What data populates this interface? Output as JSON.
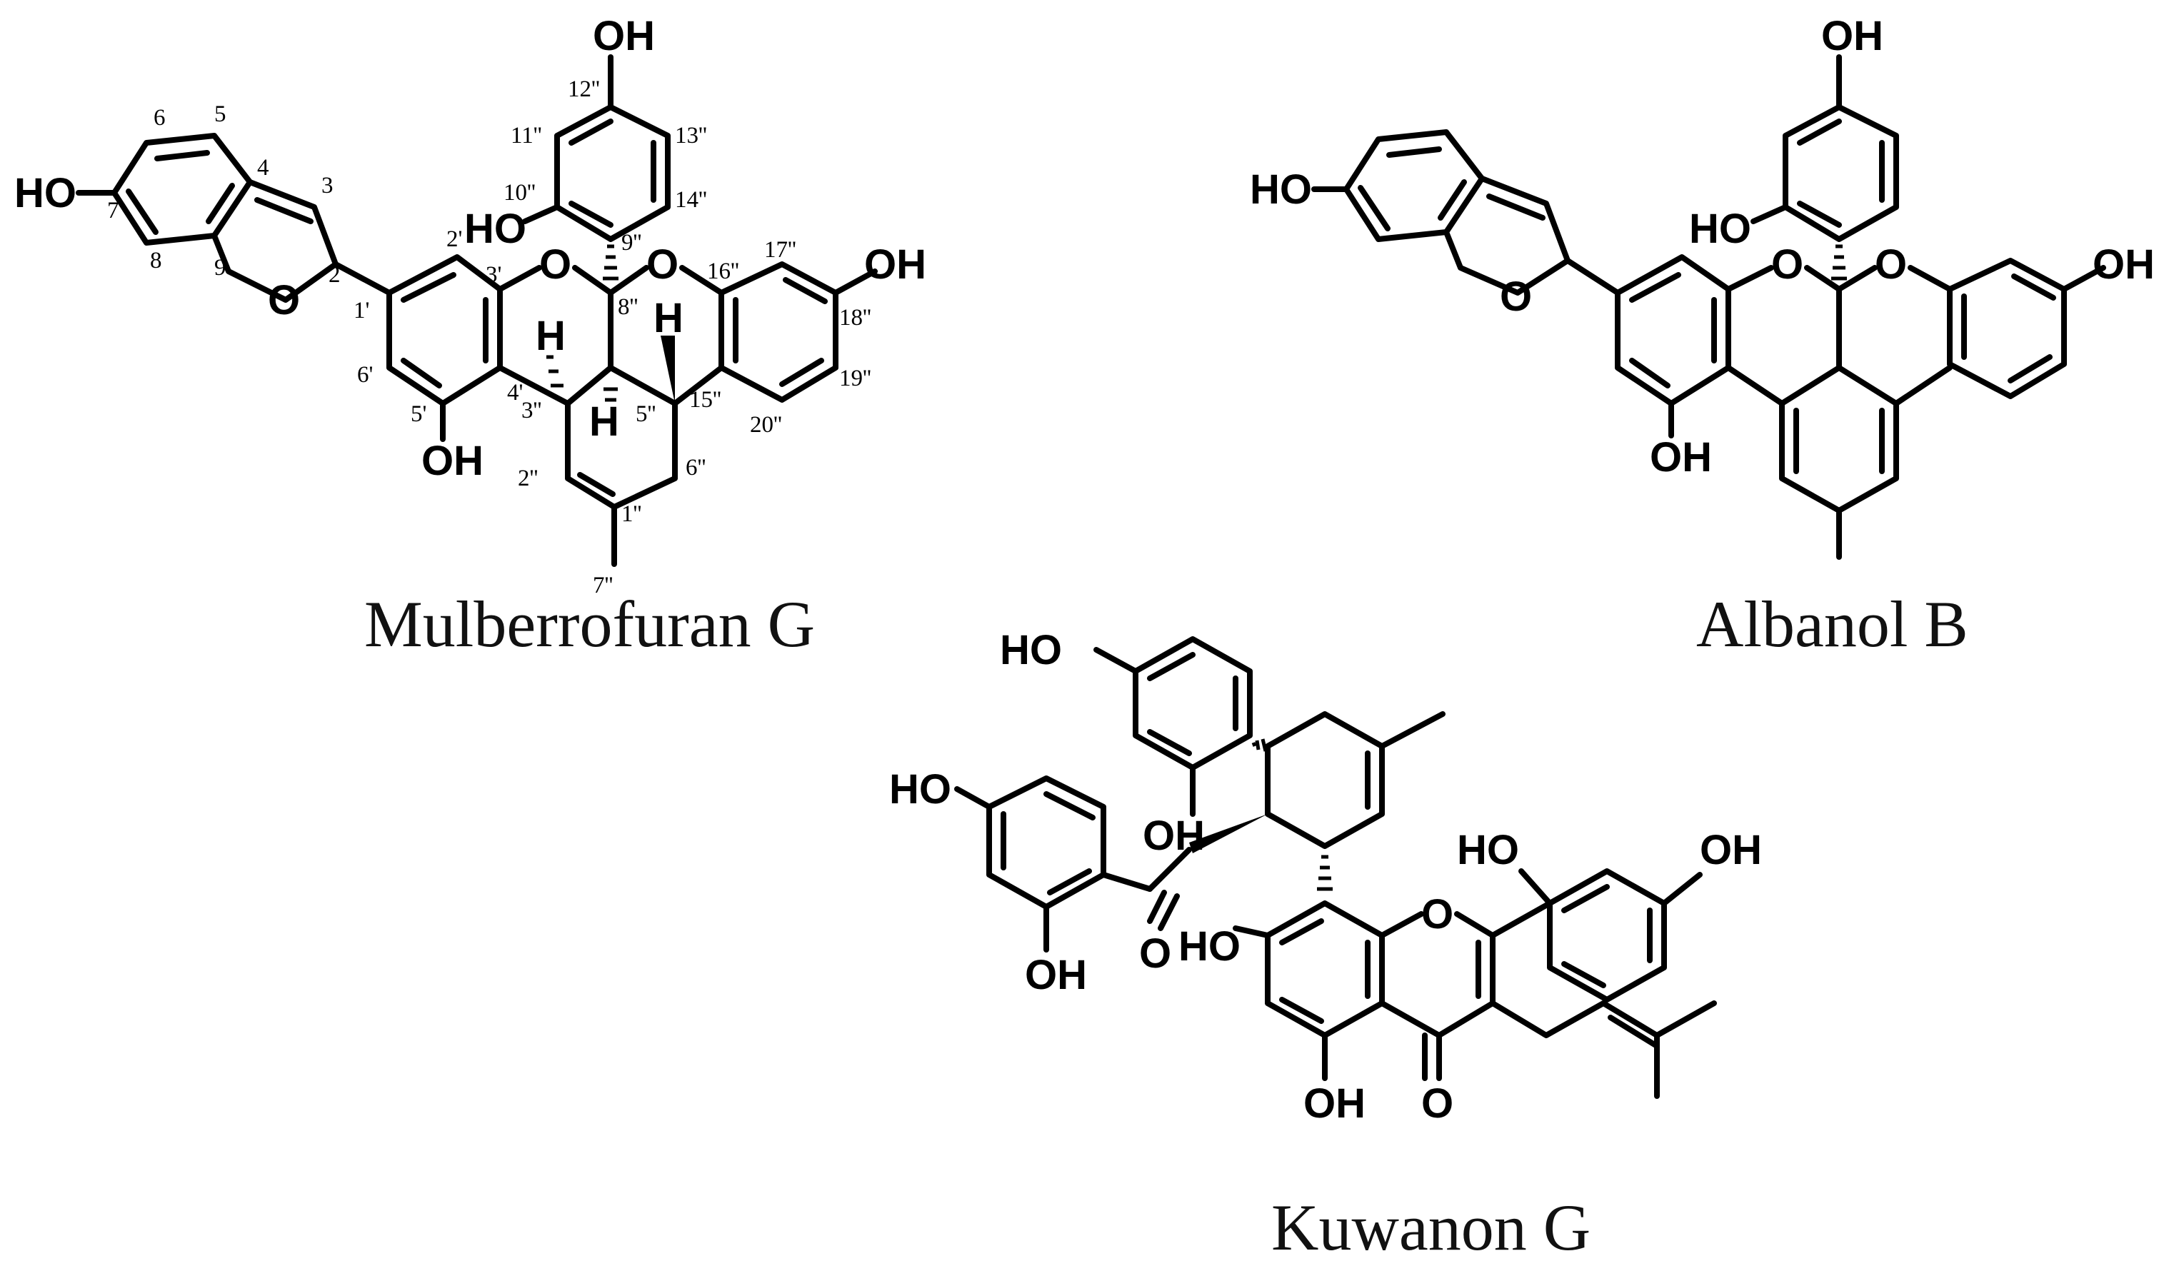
{
  "figure": {
    "compounds": [
      {
        "id": "mulberrofuran-g",
        "name": "Mulberrofuran G",
        "atom_labels": [
          "HO",
          "O",
          "O",
          "O",
          "OH",
          "HO",
          "OH",
          "OH",
          "H",
          "H",
          "H"
        ],
        "numbering": [
          "2",
          "3",
          "4",
          "5",
          "6",
          "7",
          "8",
          "9",
          "1'",
          "2'",
          "3'",
          "4'",
          "5'",
          "6'",
          "1''",
          "2''",
          "3''",
          "5''",
          "6''",
          "7''",
          "8''",
          "9''",
          "10''",
          "11''",
          "12''",
          "13''",
          "14''",
          "15''",
          "16''",
          "17''",
          "18''",
          "19''",
          "20''"
        ]
      },
      {
        "id": "albanol-b",
        "name": "Albanol B",
        "atom_labels": [
          "HO",
          "O",
          "O",
          "O",
          "OH",
          "HO",
          "OH",
          "OH"
        ]
      },
      {
        "id": "kuwanon-g",
        "name": "Kuwanon G",
        "atom_labels": [
          "HO",
          "OH",
          "HO",
          "OH",
          "O",
          "HO",
          "O",
          "HO",
          "OH",
          "OH",
          "O"
        ]
      }
    ]
  }
}
